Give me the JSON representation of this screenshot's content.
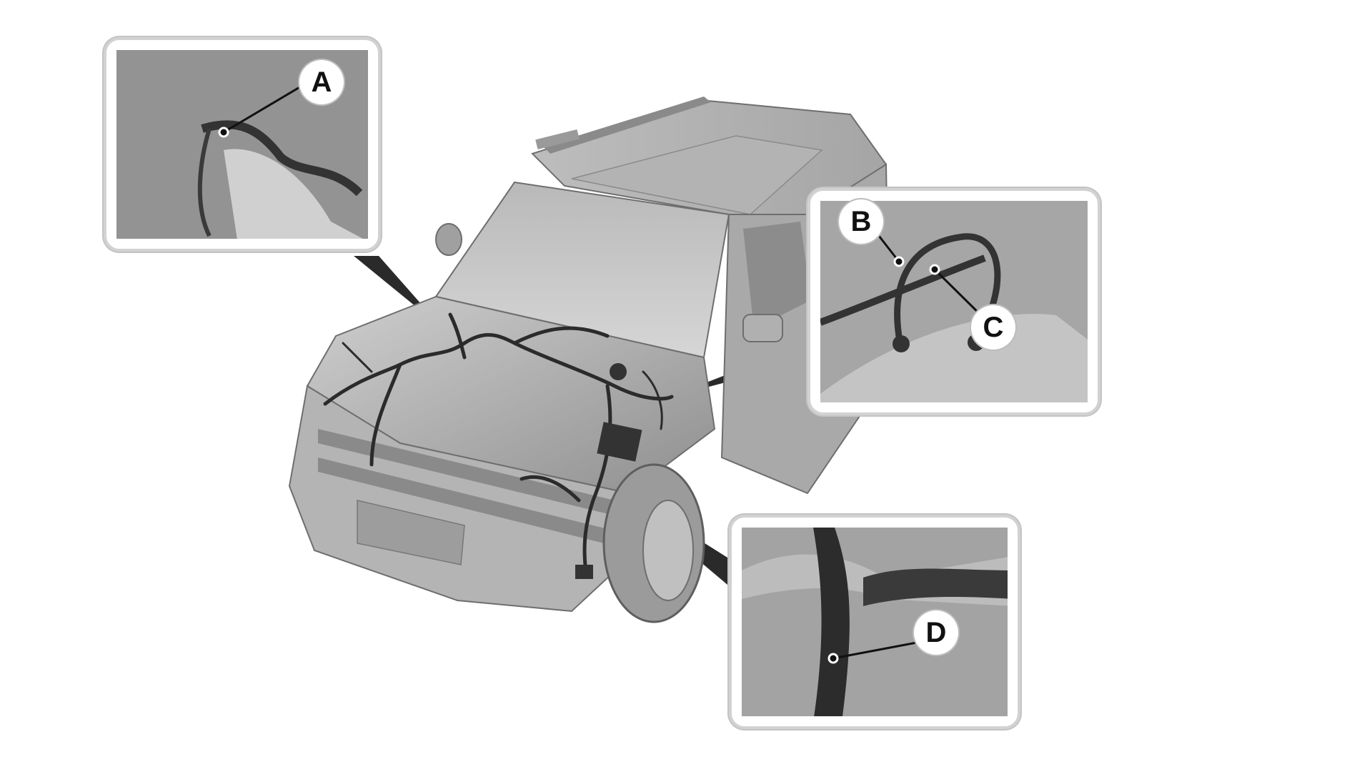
{
  "diagram": {
    "subject": "Vehicle front engine compartment wiring harness with detail views",
    "background_color": "#ffffff",
    "image_tone": "grayscale",
    "main_view": {
      "description": "Front three-quarter view of SUV with wiring harness laid across hood and front end"
    },
    "callouts": [
      {
        "id": "A",
        "label": "A",
        "inset": "upper-left detail",
        "points_to": "harness routing near cowl/strut area"
      },
      {
        "id": "B",
        "label": "B",
        "inset": "right detail",
        "points_to": "harness section near fender"
      },
      {
        "id": "C",
        "label": "C",
        "inset": "right detail",
        "points_to": "ground eyelet terminals"
      },
      {
        "id": "D",
        "label": "D",
        "inset": "lower-right detail",
        "points_to": "harness near front wheel well"
      }
    ],
    "colors": {
      "inset_border": "#d2d2d2",
      "callout_fill": "#ffffff",
      "callout_text": "#111111",
      "harness": "#2b2b2b",
      "body_light": "#c8c8c8",
      "body_mid": "#a8a8a8",
      "body_dark": "#7a7a7a"
    }
  }
}
